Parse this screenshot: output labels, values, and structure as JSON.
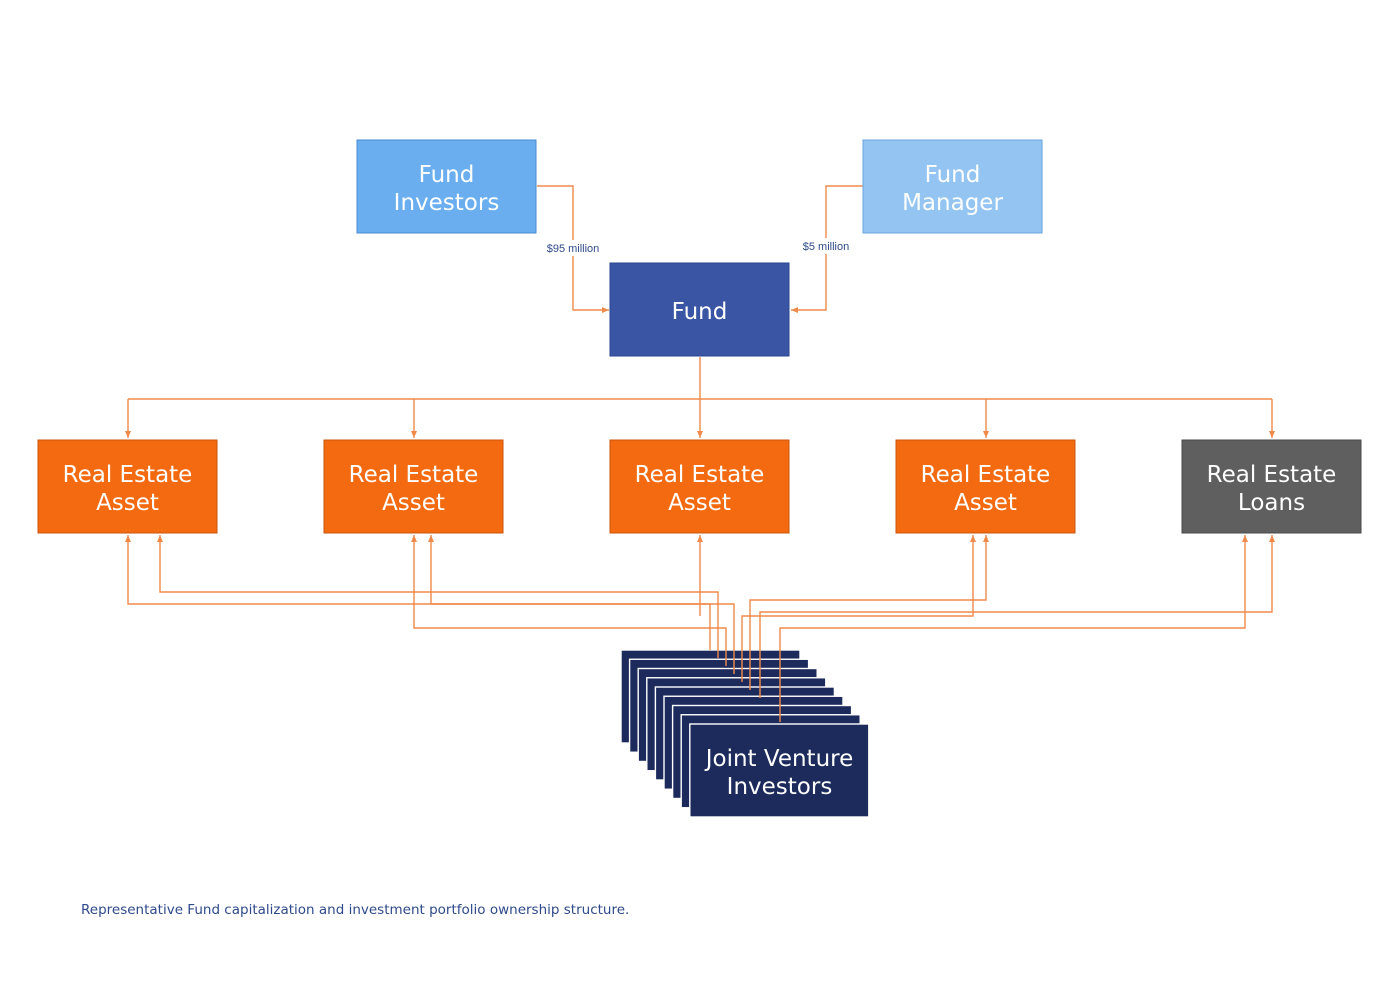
{
  "colors": {
    "investors_box": "#6aaef0",
    "manager_box": "#93c4f2",
    "fund_box": "#3a55a4",
    "asset_box": "#f36a10",
    "loans_box": "#5f5f5f",
    "jv_box": "#1c2b5c",
    "connector": "#f08a4b",
    "caption_text": "#2f4a8a"
  },
  "nodes": {
    "fund_investors": {
      "line1": "Fund",
      "line2": "Investors"
    },
    "fund_manager": {
      "line1": "Fund",
      "line2": "Manager"
    },
    "fund": {
      "label": "Fund"
    },
    "assets": [
      {
        "line1": "Real Estate",
        "line2": "Asset"
      },
      {
        "line1": "Real Estate",
        "line2": "Asset"
      },
      {
        "line1": "Real Estate",
        "line2": "Asset"
      },
      {
        "line1": "Real Estate",
        "line2": "Asset"
      }
    ],
    "loans": {
      "line1": "Real Estate",
      "line2": "Loans"
    },
    "jv_investors": {
      "line1": "Joint Venture",
      "line2": "Investors",
      "stack_count": 9
    }
  },
  "flows": {
    "investors_to_fund": "$95 million",
    "manager_to_fund": "$5 million"
  },
  "caption": "Representative Fund capitalization and investment portfolio ownership structure."
}
